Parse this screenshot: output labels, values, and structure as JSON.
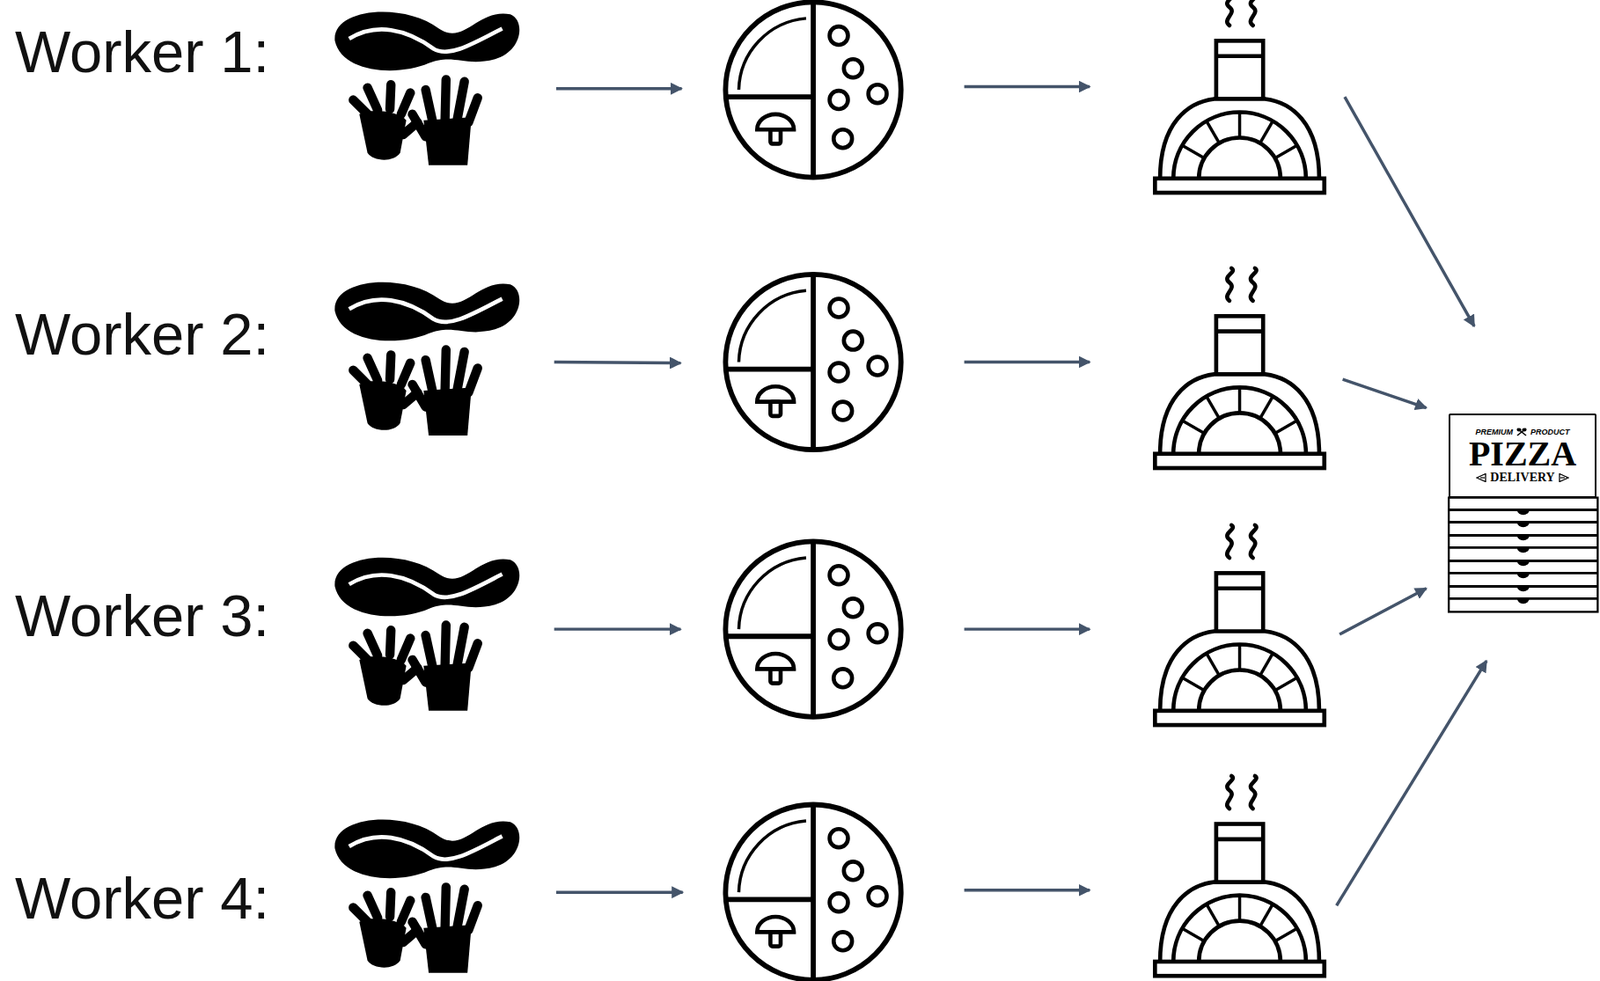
{
  "diagram": {
    "nodes": [
      {
        "text": [
          "PREMIUM",
          "PRODUCT",
          "PIZZA",
          "DELIVERY"
        ]
      }
    ],
    "labels": [
      "Worker 1:",
      "Worker 2:",
      "Worker 3:",
      "Worker 4:"
    ]
  }
}
